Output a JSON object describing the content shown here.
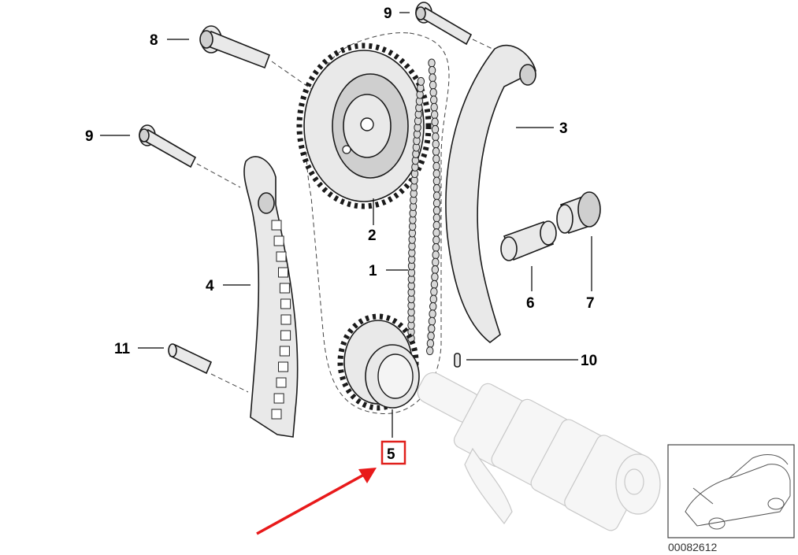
{
  "callouts": {
    "c1": "1",
    "c2": "2",
    "c3": "3",
    "c4": "4",
    "c5": "5",
    "c6": "6",
    "c7": "7",
    "c8": "8",
    "c9_top": "9",
    "c9_left": "9",
    "c10": "10",
    "c11": "11"
  },
  "part_number": "00082612",
  "colors": {
    "highlight": "#e0201c",
    "arrow": "#e8191a",
    "ink": "#000000"
  }
}
